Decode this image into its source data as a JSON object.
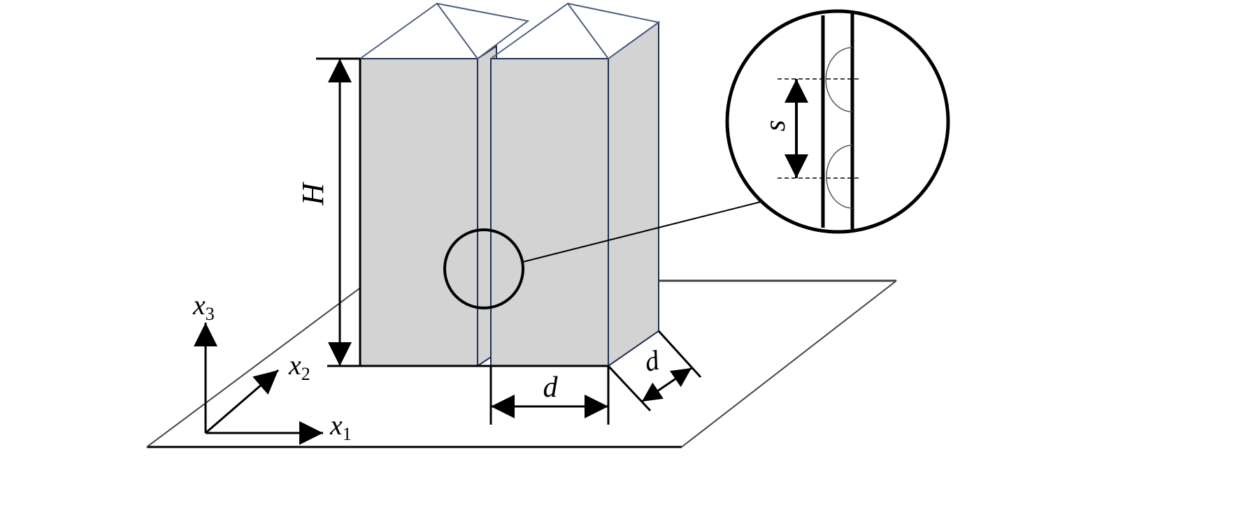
{
  "labels": {
    "height": "H",
    "spacing": "s",
    "width_front": "d",
    "width_depth": "d",
    "axis_x1": {
      "main": "x",
      "sub": "1"
    },
    "axis_x2": {
      "main": "x",
      "sub": "2"
    },
    "axis_x3": {
      "main": "x",
      "sub": "3"
    }
  },
  "colors": {
    "panel_fill": "#d3d3d3",
    "panel_edge": "#1f2f4f",
    "roof_edge": "#4d5f7f",
    "line": "#000000",
    "ground_line": "#333333",
    "background": "#ffffff"
  }
}
